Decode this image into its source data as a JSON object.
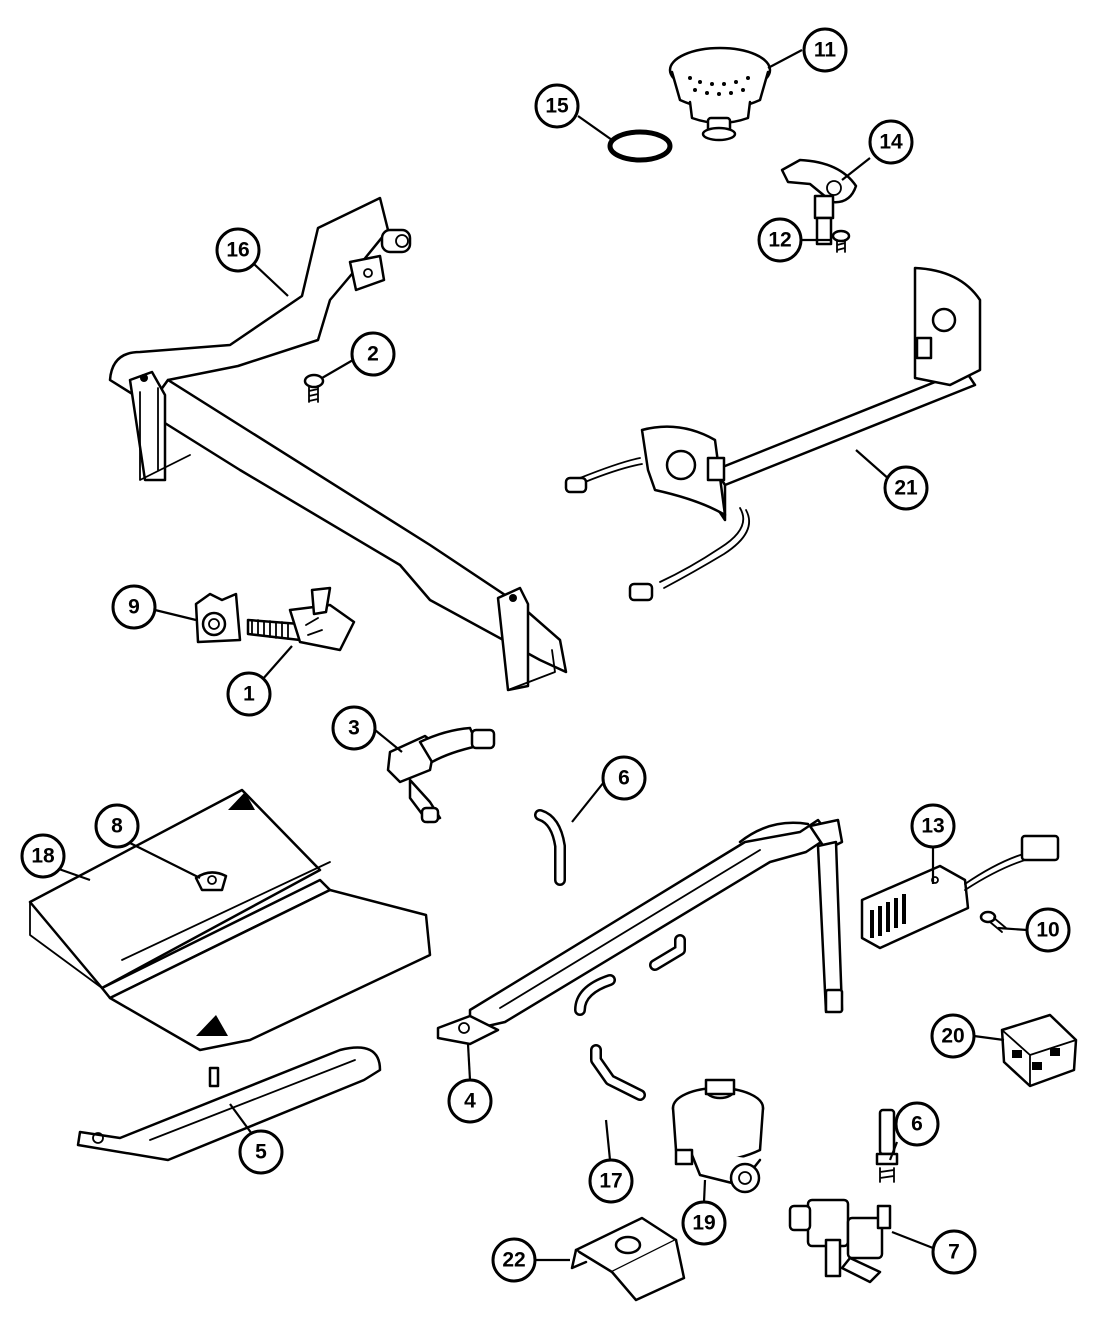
{
  "callouts": {
    "c1": "1",
    "c2": "2",
    "c3": "3",
    "c4": "4",
    "c5": "5",
    "c6a": "6",
    "c6b": "6",
    "c7": "7",
    "c8": "8",
    "c9": "9",
    "c10": "10",
    "c11": "11",
    "c12": "12",
    "c13": "13",
    "c14": "14",
    "c15": "15",
    "c16": "16",
    "c17": "17",
    "c18": "18",
    "c19": "19",
    "c20": "20",
    "c21": "21",
    "c22": "22"
  },
  "colors": {
    "line": "#000000",
    "background": "#ffffff"
  }
}
